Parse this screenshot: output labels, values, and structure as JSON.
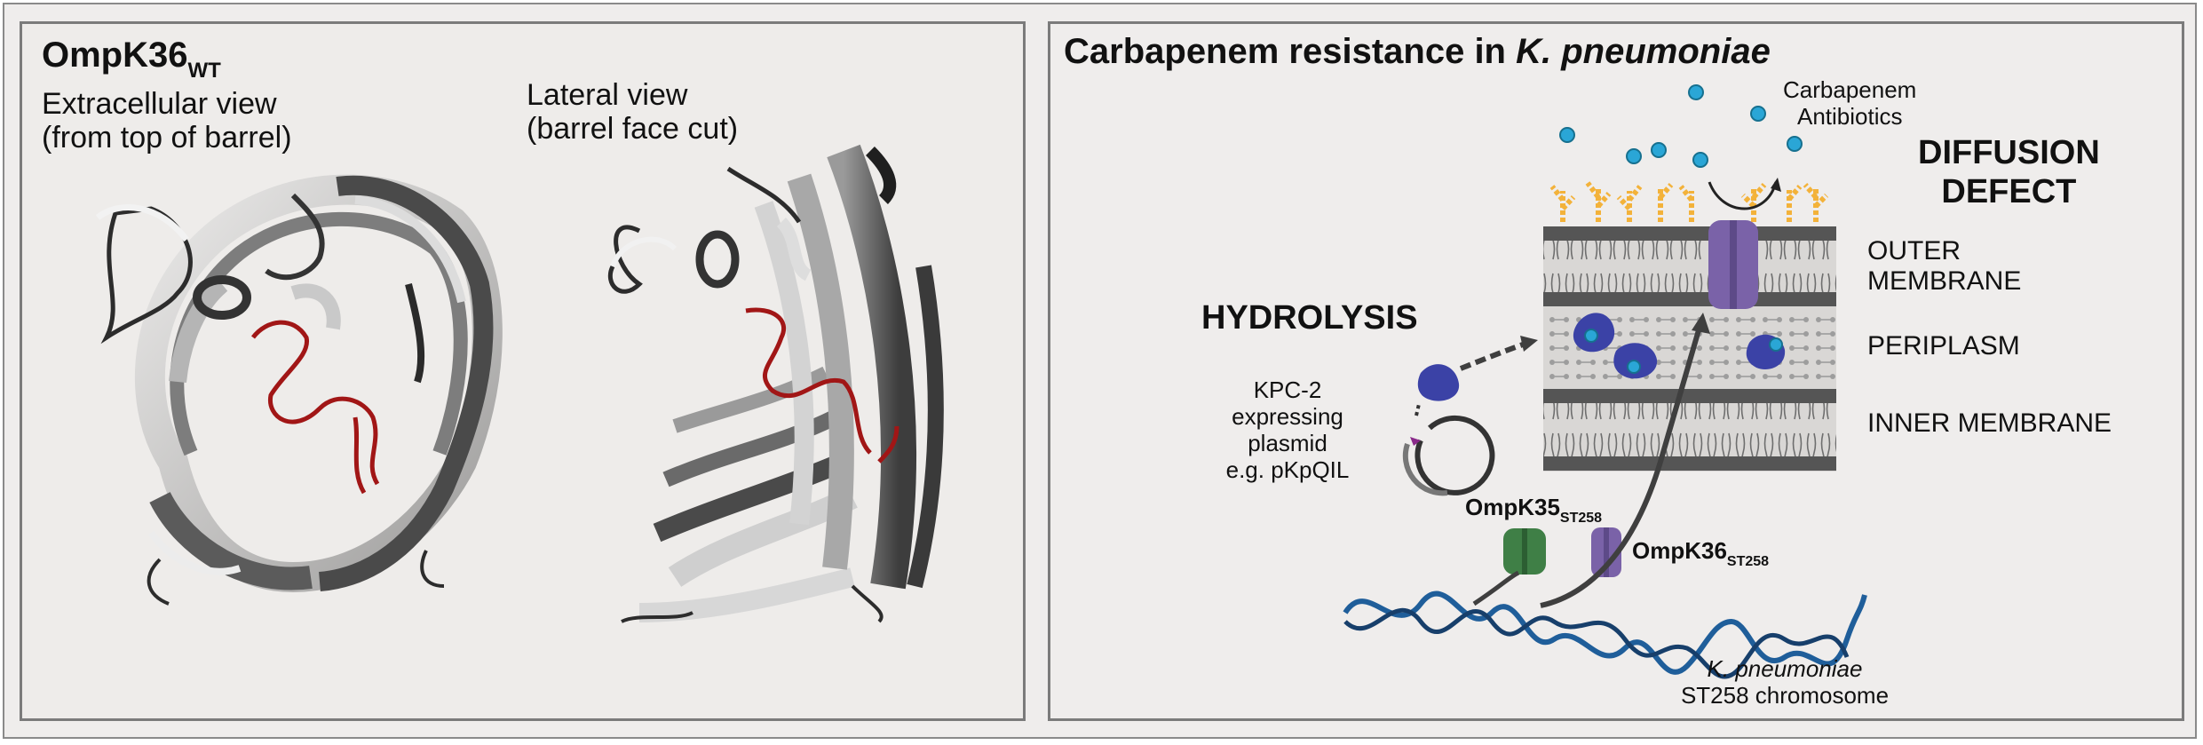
{
  "left_panel": {
    "title_main": "OmpK36",
    "title_sub": "WT",
    "extracellular_view": [
      "Extracellular view",
      "(from top of barrel)"
    ],
    "lateral_view": [
      "Lateral view",
      "(barrel face cut)"
    ]
  },
  "right_panel": {
    "title_plain": "Carbapenem resistance in ",
    "title_italic": "K. pneumoniae",
    "antibiotics_label": [
      "Carbapenem",
      "Antibiotics"
    ],
    "diffusion_defect": [
      "DIFFUSION",
      "DEFECT"
    ],
    "hydrolysis": "HYDROLYSIS",
    "outer_membrane": [
      "OUTER",
      "MEMBRANE"
    ],
    "periplasm": "PERIPLASM",
    "inner_membrane": "INNER MEMBRANE",
    "plasmid_label": [
      "KPC-2",
      "expressing",
      "plasmid",
      "e.g. pKpQIL"
    ],
    "ompk35_main": "OmpK35",
    "ompk35_sub": "ST258",
    "ompk36_main": "OmpK36",
    "ompk36_sub": "ST258",
    "chromosome_italic": "K. pneumoniae",
    "chromosome_plain": "ST258 chromosome"
  },
  "colors": {
    "lps_orange": "#f3b23a",
    "antibiotic_blue": "#2aa6d6",
    "kpc_enzyme": "#3b42a6",
    "ompk36_purple": "#7a62a8",
    "ompk35_green": "#3f7f46",
    "loop_red": "#a11616",
    "dna_blue": "#1f5e9a"
  }
}
